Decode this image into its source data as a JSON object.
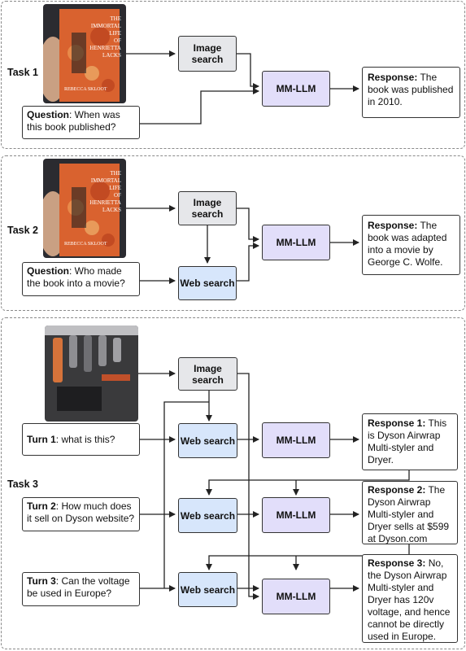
{
  "tasks": {
    "task1": {
      "label": "Task 1",
      "question_prefix": "Question",
      "question_text": ": When was this book published?",
      "image_search": "Image search",
      "mmllm": "MM-LLM",
      "response_prefix": "Response:",
      "response_text": " The book was published in 2010."
    },
    "task2": {
      "label": "Task 2",
      "question_prefix": "Question",
      "question_text": ": Who made the book into a movie?",
      "image_search": "Image search",
      "web_search": "Web search",
      "mmllm": "MM-LLM",
      "response_prefix": "Response:",
      "response_text": " The book was adapted into a movie by George C. Wolfe."
    },
    "task3": {
      "label": "Task 3",
      "image_search": "Image search",
      "turns": [
        {
          "prefix": "Turn 1",
          "text": ": what is this?"
        },
        {
          "prefix": "Turn 2",
          "text": ": How much does it sell on Dyson website?"
        },
        {
          "prefix": "Turn 3",
          "text": ": Can the voltage be used in Europe?"
        }
      ],
      "web_search": "Web search",
      "mmllm": "MM-LLM",
      "responses": [
        {
          "prefix": "Response 1:",
          "text": " This is Dyson Airwrap Multi-styler and Dryer."
        },
        {
          "prefix": "Response 2:",
          "text": " The Dyson Airwrap Multi-styler and Dryer sells at $599 at Dyson.com"
        },
        {
          "prefix": "Response 3:",
          "text": " No, the Dyson Airwrap Multi-styler and Dryer has 120v voltage, and hence cannot be directly used in Europe."
        }
      ]
    }
  },
  "book_cover": {
    "title_lines": [
      "THE",
      "IMMORTAL LIFE",
      "OF",
      "HENRIETTA",
      "LACKS"
    ],
    "author": "REBECCA SKLOOT"
  },
  "colors": {
    "image_search_fill": "#e6e7ea",
    "web_search_fill": "#d7e6fb",
    "mmllm_fill": "#e2defa",
    "cover_orange": "#d9622f"
  },
  "icons": [
    "book-photo",
    "dyson-product-photo",
    "arrow"
  ]
}
